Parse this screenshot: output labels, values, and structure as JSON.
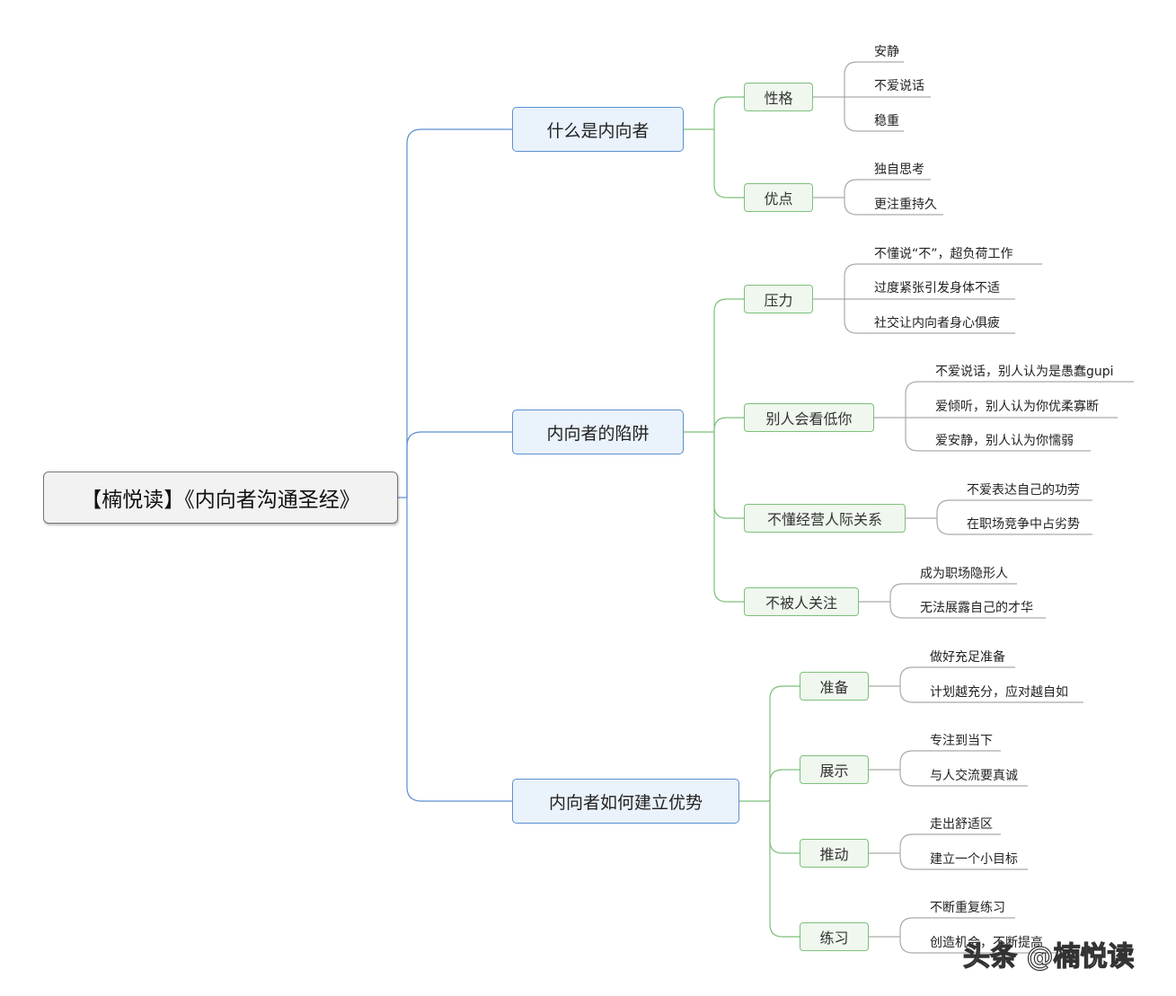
{
  "root": "【楠悦读】《内向者沟通圣经》",
  "branches": [
    {
      "label": "什么是内向者",
      "children": [
        {
          "label": "性格",
          "leaves": [
            "安静",
            "不爱说话",
            "稳重"
          ]
        },
        {
          "label": "优点",
          "leaves": [
            "独自思考",
            "更注重持久"
          ]
        }
      ]
    },
    {
      "label": "内向者的陷阱",
      "children": [
        {
          "label": "压力",
          "leaves": [
            "不懂说“不”，超负荷工作",
            "过度紧张引发身体不适",
            "社交让内向者身心俱疲"
          ]
        },
        {
          "label": "别人会看低你",
          "leaves": [
            "不爱说话，别人认为是愚蠢gupi",
            "爱倾听，别人认为你优柔寡断",
            "爱安静，别人认为你懦弱"
          ]
        },
        {
          "label": "不懂经营人际关系",
          "leaves": [
            "不爱表达自己的功劳",
            "在职场竞争中占劣势"
          ]
        },
        {
          "label": "不被人关注",
          "leaves": [
            "成为职场隐形人",
            "无法展露自己的才华"
          ]
        }
      ]
    },
    {
      "label": "内向者如何建立优势",
      "children": [
        {
          "label": "准备",
          "leaves": [
            "做好充足准备",
            "计划越充分，应对越自如"
          ]
        },
        {
          "label": "展示",
          "leaves": [
            "专注到当下",
            "与人交流要真诚"
          ]
        },
        {
          "label": "推动",
          "leaves": [
            "走出舒适区",
            "建立一个小目标"
          ]
        },
        {
          "label": "练习",
          "leaves": [
            "不断重复练习",
            "创造机会，不断提高"
          ]
        }
      ]
    }
  ],
  "watermark": "头条 @楠悦读",
  "colors": {
    "level1_border": "#5b8fd1",
    "level1_fill": "#eaf2fb",
    "level2_border": "#7cc07a",
    "level2_fill": "#eff7ee",
    "root_fill": "#f2f2f2"
  }
}
